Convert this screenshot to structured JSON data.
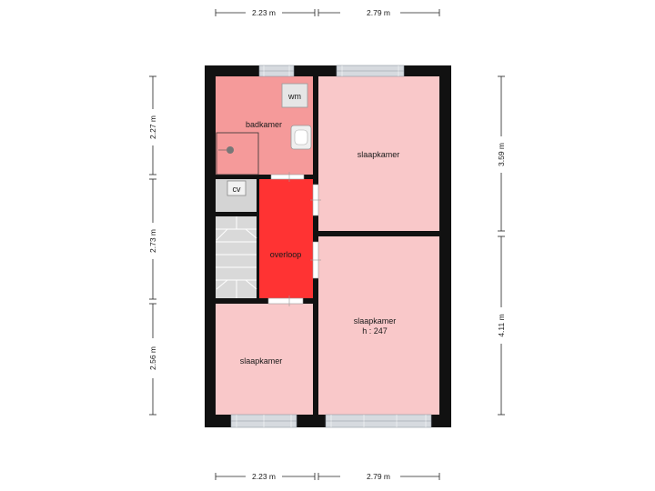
{
  "colors": {
    "wall": "#111111",
    "bathroom": "#f59a9a",
    "bedroom": "#f9c8c9",
    "landing": "#ff3333",
    "utility": "#d4d4d4",
    "stairs": "#d9d9d9",
    "window": "#d6dadf",
    "dimension_line": "#222222"
  },
  "rooms": {
    "bathroom": {
      "label": "badkamer"
    },
    "bedroom_top_right": {
      "label": "slaapkamer"
    },
    "bedroom_bottom_right": {
      "label": "slaapkamer",
      "height_note": "h : 247"
    },
    "bedroom_bottom_left": {
      "label": "slaapkamer"
    },
    "landing": {
      "label": "overloop"
    }
  },
  "fixtures": {
    "washing_machine": "wm",
    "boiler": "cv",
    "icons": [
      "washing-machine-icon",
      "sink-icon",
      "shower-drain-icon",
      "boiler-icon",
      "stairs-icon",
      "window-icon"
    ]
  },
  "dimensions": {
    "top_left": "2.23 m",
    "top_right": "2.79 m",
    "bottom_left": "2.23 m",
    "bottom_right": "2.79 m",
    "left_top": "2.27 m",
    "left_middle": "2.73 m",
    "left_bottom": "2.56 m",
    "right_top": "3.59 m",
    "right_bottom": "4.11 m"
  }
}
